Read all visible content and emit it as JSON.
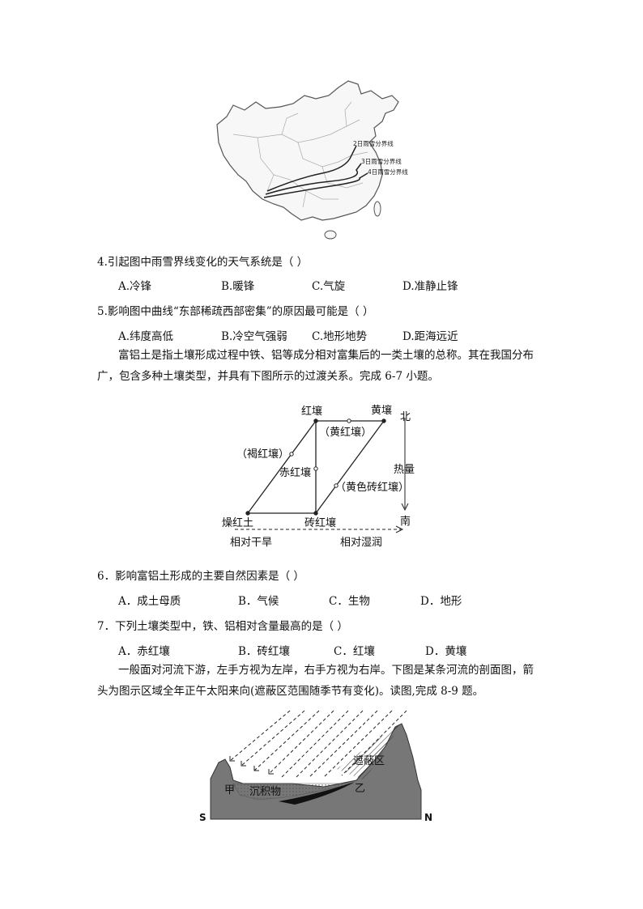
{
  "map": {
    "labels": [
      "2日雨雪分界线",
      "3日雨雪分界线",
      "4日雨雪分界线"
    ]
  },
  "q4": {
    "stem": "4.引起图中雨雪界线变化的天气系统是（    ）",
    "options": [
      "A.冷锋",
      "B.暖锋",
      "C.气旋",
      "D.准静止锋"
    ]
  },
  "q5": {
    "stem": "5.影响图中曲线“东部稀疏西部密集”的原因最可能是（    ）",
    "options": [
      "A.纬度高低",
      "B.冷空气强弱",
      "C.地形地势",
      "D.距海远近"
    ]
  },
  "para1": {
    "line1": "富铝土是指土壤形成过程中铁、铝等成分相对富集后的一类土壤的总称。其在我国分布",
    "line2": "广，包含多种土壤类型，并具有下图所示的过渡关系。完成 6-7 小题。"
  },
  "soil_diagram": {
    "red": "红壤",
    "yellow": "黄壤",
    "yellow_red": "（黄红壤）",
    "brown_red": "（褐红壤）",
    "chi_red": "赤红壤",
    "yellow_brick": "（黄色砖红壤）",
    "dry_red": "燥红土",
    "brick_red": "砖红壤",
    "north": "北",
    "heat": "热量",
    "south": "南",
    "dry": "相对干旱",
    "wet": "相对湿润"
  },
  "q6": {
    "stem": "6．影响富铝土形成的主要自然因素是（    ）",
    "options": [
      "A．成土母质",
      "B．气候",
      "C．生物",
      "D．地形"
    ]
  },
  "q7": {
    "stem": "7．下列土壤类型中，铁、铝相对含量最高的是（    ）",
    "options": [
      "A．赤红壤",
      "B．砖红壤",
      "C．红壤",
      "D．黄壤"
    ]
  },
  "para2": {
    "line1": "一般面对河流下游，左手方视为左岸，右手方视为右岸。下图是某条河流的剖面图，箭",
    "line2": "头为图示区域全年正午太阳来向(遮蔽区范围随季节有变化)。读图,完成 8-9 题。"
  },
  "river_diagram": {
    "jia": "甲",
    "sediment": "沉积物",
    "shade": "遮蔽区",
    "yi": "乙",
    "s": "S",
    "n": "N"
  }
}
